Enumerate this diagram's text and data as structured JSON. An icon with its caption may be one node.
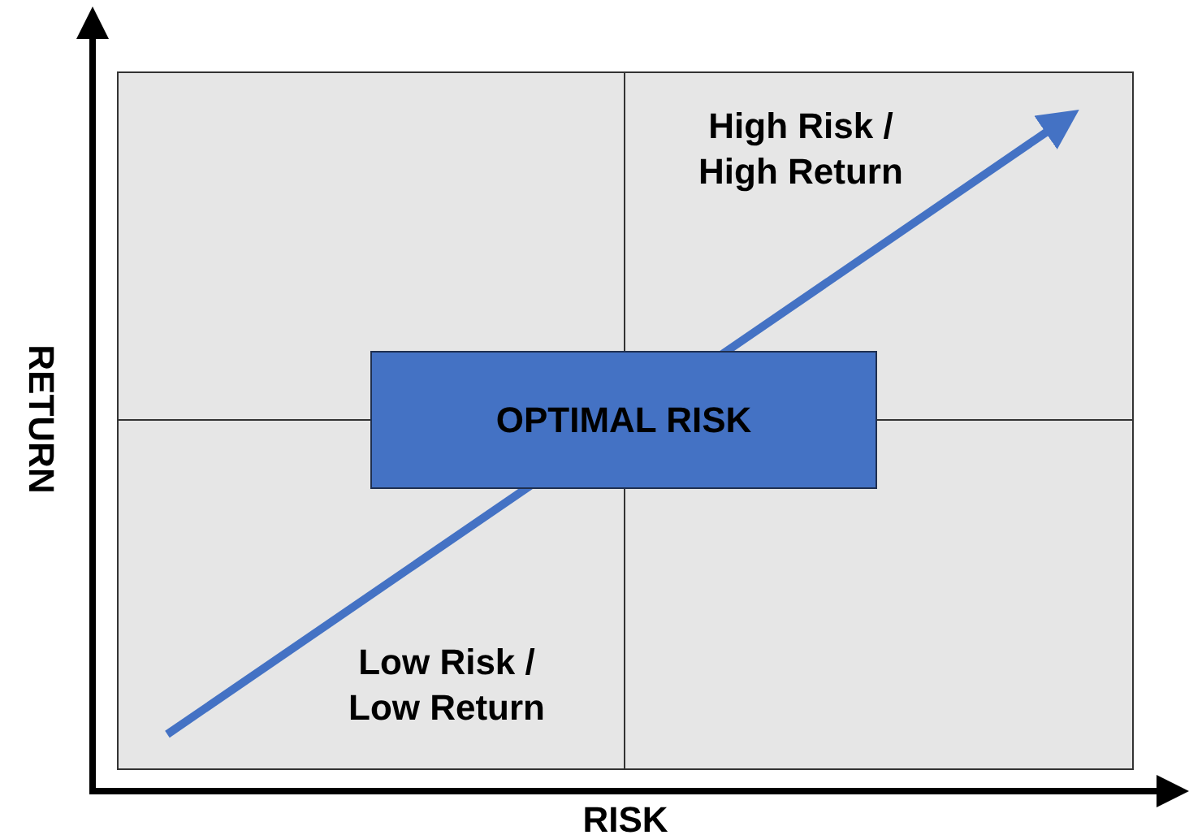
{
  "diagram": {
    "nodes": [
      {
        "text": [
          "OPTIMAL RISK"
        ]
      }
    ],
    "labels": [
      "High Risk / High Return",
      "Low Risk / Low Return",
      "RETURN",
      "RISK"
    ]
  }
}
